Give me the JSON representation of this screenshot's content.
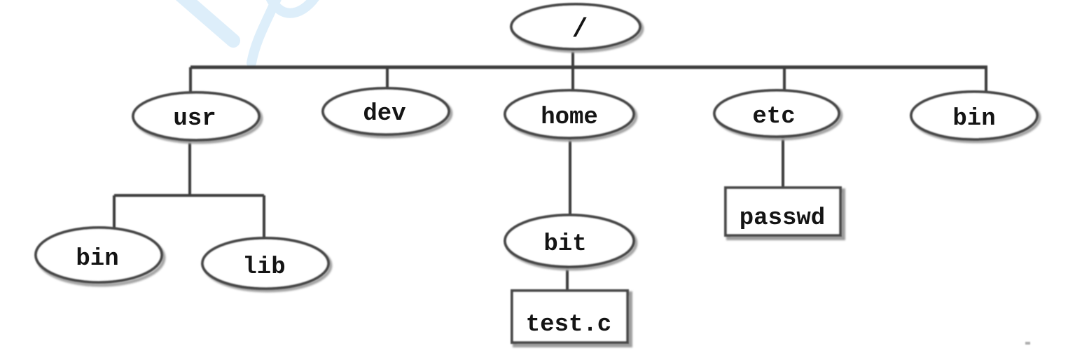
{
  "diagram": {
    "kind": "unix-filesystem-tree",
    "notation": {
      "ellipse_means": "directory",
      "rectangle_means": "file"
    },
    "tree": {
      "root": "/",
      "children": [
        {
          "label": "usr",
          "shape": "ellipse",
          "children": [
            {
              "label": "bin",
              "shape": "ellipse"
            },
            {
              "label": "lib",
              "shape": "ellipse"
            }
          ]
        },
        {
          "label": "dev",
          "shape": "ellipse"
        },
        {
          "label": "home",
          "shape": "ellipse",
          "children": [
            {
              "label": "bit",
              "shape": "ellipse",
              "children": [
                {
                  "label": "test.c",
                  "shape": "rectangle"
                }
              ]
            }
          ]
        },
        {
          "label": "etc",
          "shape": "ellipse",
          "children": [
            {
              "label": "passwd",
              "shape": "rectangle"
            }
          ]
        },
        {
          "label": "bin",
          "shape": "ellipse"
        }
      ]
    }
  },
  "labels": {
    "root": "/",
    "usr": "usr",
    "dev": "dev",
    "home": "home",
    "etc": "etc",
    "bin": "bin",
    "usr_bin": "bin",
    "usr_lib": "lib",
    "bit": "bit",
    "test_c": "test.c",
    "passwd": "passwd"
  },
  "colors": {
    "background": "#ffffff",
    "line": "#3e3e3e",
    "node_stroke": "#474747",
    "node_shadow": "#a6a6a6",
    "text": "#141414",
    "watermark": "#ddeefa"
  }
}
